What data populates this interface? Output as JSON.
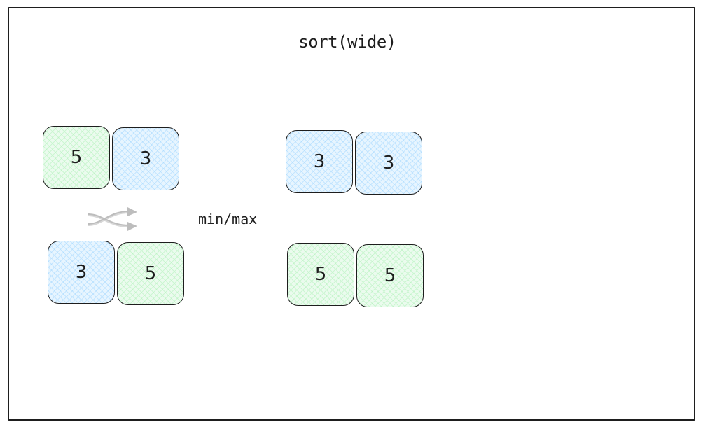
{
  "diagram": {
    "title": "sort(wide)",
    "operation_label": "min/max",
    "operation_icon": "shuffle-icon",
    "colors": {
      "blue_fill": "#e7f5ff",
      "green_fill": "#ebfbee",
      "stroke": "#1e1e1e"
    },
    "input_top": [
      "5",
      "3"
    ],
    "input_bottom": [
      "3",
      "5"
    ],
    "output_top": [
      "3",
      "3"
    ],
    "output_bottom": [
      "5",
      "5"
    ]
  }
}
